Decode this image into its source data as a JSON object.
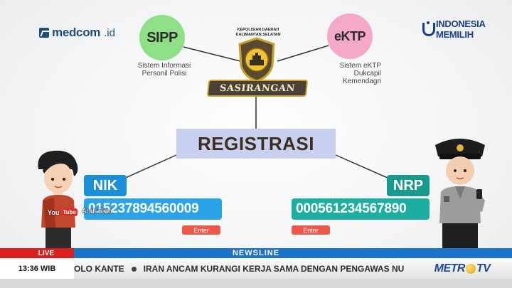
{
  "logos": {
    "medcom_name": "medcom",
    "medcom_suffix": ".id",
    "indonesia_line1": "INDONESIA",
    "indonesia_line2": "MEMILIH"
  },
  "sipp": {
    "label": "SIPP",
    "desc_line1": "Sistem Informasi",
    "desc_line2": "Personil Polisi",
    "color": "#8fdf86"
  },
  "ektp": {
    "label": "eKTP",
    "desc_line1": "Sistem eKTP",
    "desc_line2": "Dukcapil",
    "desc_line3": "Kemendagri",
    "color": "#f4a9c6"
  },
  "badge": {
    "line1": "KEPOLISIAN DAERAH",
    "line2": "KALIMANTAN SELATAN",
    "banner": "SASIRANGAN"
  },
  "registrasi": {
    "label": "REGISTRASI",
    "color": "#c9cfee"
  },
  "nik": {
    "label": "NIK",
    "value": "015237894560009",
    "enter": "Enter"
  },
  "nrp": {
    "label": "NRP",
    "value": "000561234567890",
    "enter": "Enter"
  },
  "credit": {
    "youtube_word": "You",
    "youtube_tube": "Tube",
    "name": "Andi Riza"
  },
  "ticker": {
    "live": "LIVE",
    "newsline": "NEWSLINE",
    "time": "13:36 WIB",
    "item1": "OLO KANTE",
    "item2": "IRAN ANCAM KURANGI KERJA SAMA DENGAN PENGAWAS NU",
    "channel_prefix": "METR",
    "channel_suffix": "TV"
  },
  "colors": {
    "live_red": "#d9201f",
    "ticker_blue": "#1b74c9",
    "nik_blue": "#2aa3e8",
    "nrp_teal": "#1cae9e",
    "enter_red": "#f0574a"
  }
}
